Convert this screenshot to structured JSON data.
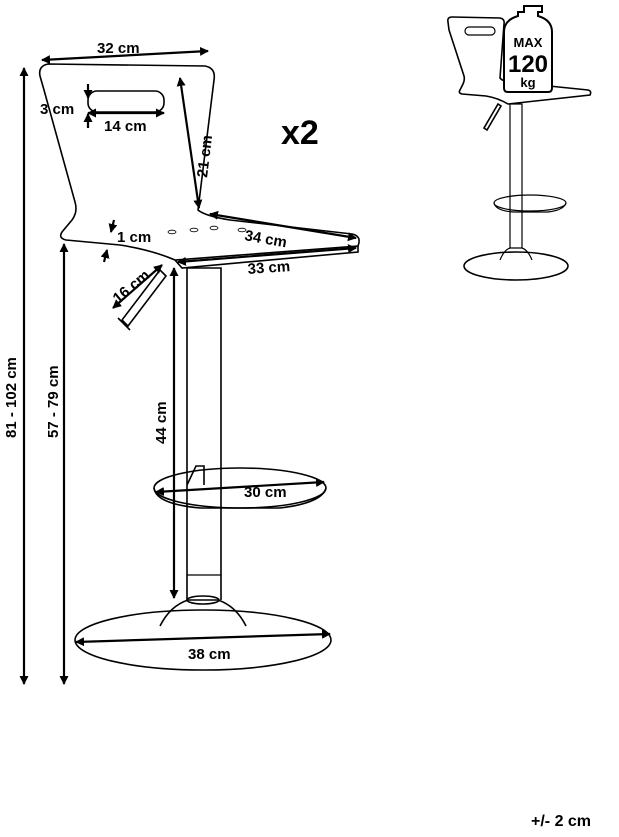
{
  "dimensions": {
    "seat_width_top": "32 cm",
    "handle_height": "3 cm",
    "handle_width": "14 cm",
    "back_height": "21 cm",
    "seat_thickness": "1 cm",
    "seat_depth_top": "34 cm",
    "seat_depth_bottom": "33 cm",
    "lever_length": "16 cm",
    "total_height": "81 - 102 cm",
    "seat_height": "57 - 79 cm",
    "column_height": "44 cm",
    "footrest_diameter": "30 cm",
    "base_diameter": "38 cm"
  },
  "quantity": "x2",
  "max_load": {
    "max": "MAX",
    "value": "120",
    "unit": "kg"
  },
  "tolerance": "+/- 2 cm"
}
